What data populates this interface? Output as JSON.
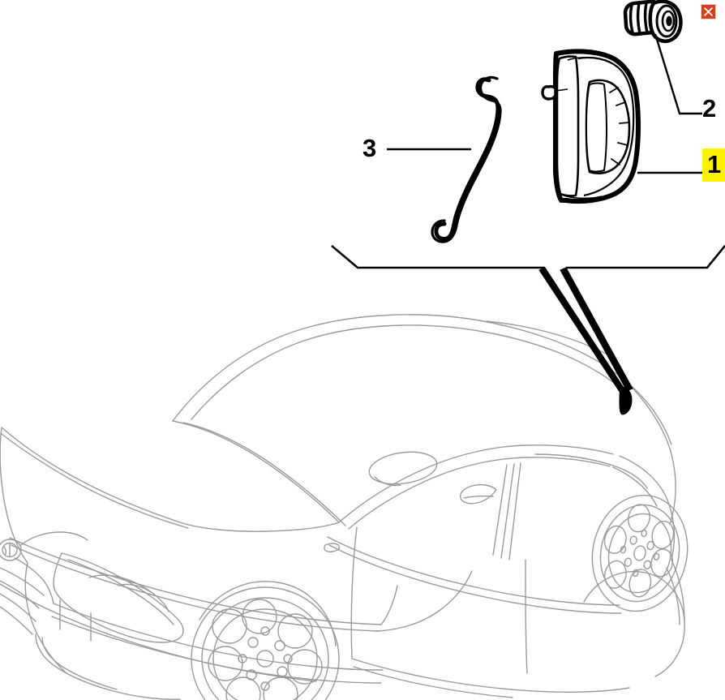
{
  "document": {
    "kind": "exploded-parts-diagram",
    "subject": "car-door-handle-assembly",
    "vehicle_illustration": "hatchback-side-three-quarter-view"
  },
  "window_controls": {
    "close": {
      "icon": "close-x-icon",
      "label": "X",
      "background_color": "#D1401F",
      "glyph_color": "#FFFFFF",
      "border_color": "#F2CFC4"
    }
  },
  "callouts": [
    {
      "id": "1",
      "number": "1",
      "part_name": "door-handle-bezel",
      "highlighted": true,
      "highlight_color": "#FFF200",
      "text_color": "#000000"
    },
    {
      "id": "2",
      "number": "2",
      "part_name": "fixing-screw",
      "highlighted": false,
      "highlight_color": "",
      "text_color": "#000000"
    },
    {
      "id": "3",
      "number": "3",
      "part_name": "handle-link-rod",
      "highlighted": false,
      "highlight_color": "",
      "text_color": "#000000"
    }
  ],
  "parts": [
    {
      "ref": "1",
      "name": "door-handle-with-bezel",
      "description": "Exterior door handle assembly with surrounding trim bezel",
      "outline_color": "#000000",
      "fill_color": "#FFFFFF"
    },
    {
      "ref": "2",
      "name": "threaded-screw",
      "description": "Flanged head self-tapping screw",
      "outline_color": "#000000",
      "fill_color": "#FFFFFF"
    },
    {
      "ref": "3",
      "name": "bent-operating-rod",
      "description": "S-shaped latch operating rod with hooked ends",
      "outline_color": "#000000",
      "fill_color": "#FFFFFF"
    }
  ],
  "vehicle": {
    "name": "five-door-hatchback",
    "line_color": "#9A9A9A",
    "highlight_region": {
      "name": "rear-door-handle-location",
      "fill_color": "#000000"
    },
    "bracket": {
      "name": "assembly-location-bracket",
      "color": "#000000"
    }
  },
  "style": {
    "background": "#FFFFFF",
    "ink": "#000000",
    "light_ink": "#9A9A9A"
  }
}
